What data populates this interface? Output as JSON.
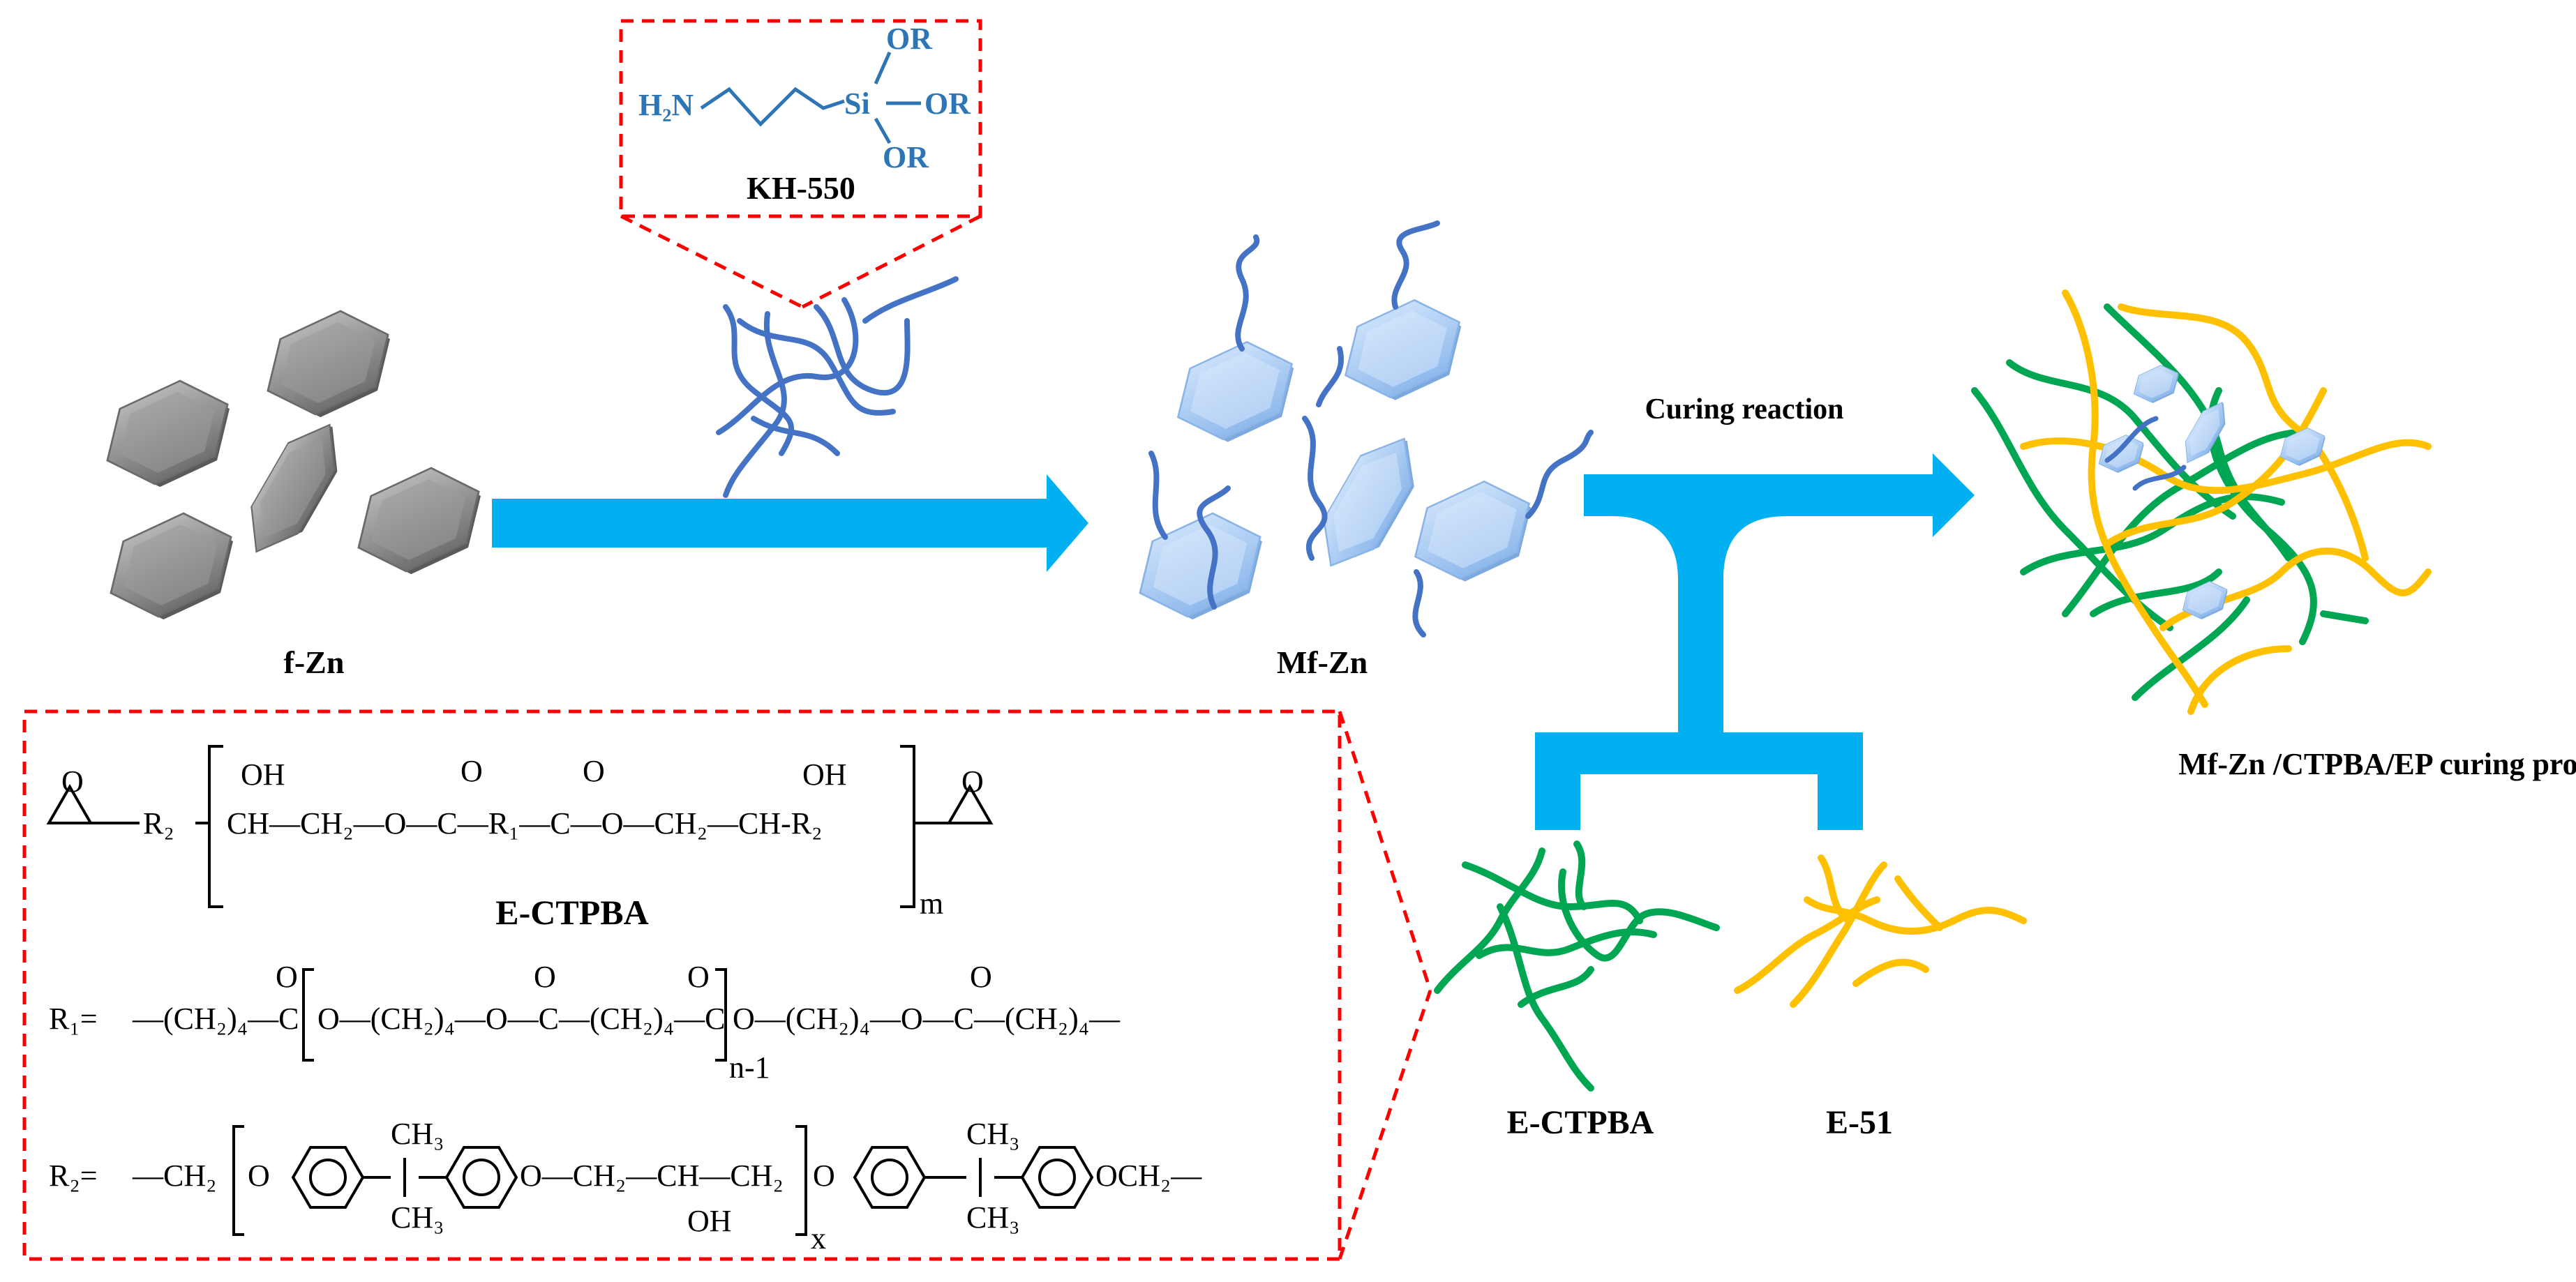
{
  "labels": {
    "fzn": "f-Zn",
    "mfzn": "Mf-Zn",
    "kh550": "KH-550",
    "curing_reaction": "Curing reaction",
    "product": "Mf-Zn /CTPBA/EP curing product",
    "ectpba": "E-CTPBA",
    "e51": "E-51",
    "ectpba_struct": "E-CTPBA"
  },
  "kh550_structure": {
    "h2n": "H₂N",
    "si": "Si",
    "or": "OR"
  },
  "formula": {
    "r2_left": "R₂",
    "oh": "OH",
    "o": "O",
    "r1_head": "R₁=",
    "r2_head": "R₂=",
    "m": "m",
    "n1": "n-1",
    "x": "x",
    "ch3": "CH₃",
    "chain_main": "CH—CH₂—O—C—R₁—C—O—CH₂—CH-R₂",
    "r1_chain_a": "—(CH₂)₄—C",
    "r1_chain_b": "O—(CH₂)₄—O—C—(CH₂)₄—C",
    "r1_chain_c": "O—(CH₂)₄—O—C—(CH₂)₄—",
    "r2_chain_a": "—CH₂",
    "r2_chain_b": "O—CH₂—CH—CH₂",
    "r2_chain_c": "OCH₂—"
  },
  "colors": {
    "arrow": "#00b0f0",
    "flake_gray": "#8c8c8c",
    "flake_blue": "#a9cdf5",
    "silane": "#4472c4",
    "silane_text": "#2e75b6",
    "ectpba_chain": "#00a651",
    "e51_chain": "#ffc000",
    "callout": "#ff0000"
  }
}
